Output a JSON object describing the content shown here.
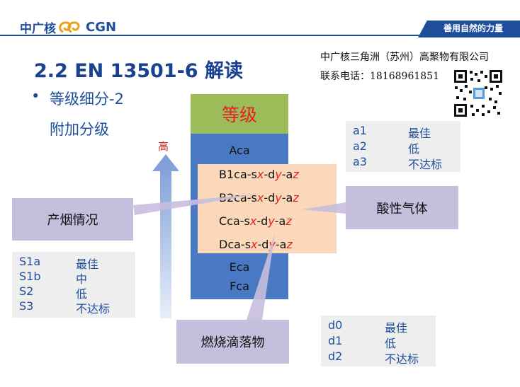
{
  "header": {
    "logo_cn": "中广核",
    "logo_en": "CGN",
    "slogan": "善用自然的力量"
  },
  "company": {
    "name": "中广核三角洲（苏州）高聚物有限公司",
    "contact": "联系电话：18168961851"
  },
  "slide": {
    "title": "2.2 EN 13501-6 解读",
    "bullet_mark": "•",
    "bullet_text": "等级细分-2",
    "sub_text": "附加分级"
  },
  "grade": {
    "heading": "等级",
    "high_label": "高",
    "top": [
      "Aca"
    ],
    "suffix_items": [
      {
        "prefix": "B1ca-s",
        "v1": "x",
        "mid": "-d",
        "v2": "y",
        "mid2": "-a",
        "v3": "z"
      },
      {
        "prefix": "B2ca-s",
        "v1": "x",
        "mid": "-d",
        "v2": "y",
        "mid2": "-a",
        "v3": "z"
      },
      {
        "prefix": "Cca-s",
        "v1": "x",
        "mid": "-d",
        "v2": "y",
        "mid2": "-a",
        "v3": "z"
      },
      {
        "prefix": "Dca-s",
        "v1": "x",
        "mid": "-d",
        "v2": "y",
        "mid2": "-a",
        "v3": "z"
      }
    ],
    "bottom": [
      "Eca",
      "Fca"
    ]
  },
  "callouts": {
    "smoke": "产烟情况",
    "acid": "酸性气体",
    "droplets": "燃烧滴落物"
  },
  "legend_acid": [
    {
      "code": "a1",
      "desc": "最佳"
    },
    {
      "code": "a2",
      "desc": "低"
    },
    {
      "code": "a3",
      "desc": "不达标"
    }
  ],
  "legend_smoke": [
    {
      "code": "S1a",
      "desc": "最佳"
    },
    {
      "code": "S1b",
      "desc": "中"
    },
    {
      "code": "S2",
      "desc": "低"
    },
    {
      "code": "S3",
      "desc": "不达标"
    }
  ],
  "legend_drop": [
    {
      "code": "d0",
      "desc": "最佳"
    },
    {
      "code": "d1",
      "desc": "低"
    },
    {
      "code": "d2",
      "desc": "不达标"
    }
  ],
  "colors": {
    "brand_blue": "#1f4f9c",
    "grade_column": "#4a79c4",
    "grade_head": "#9cbb59",
    "highlight_box": "#fbd8b9",
    "callout": "#c6bedd",
    "accent_red": "#e02222"
  }
}
